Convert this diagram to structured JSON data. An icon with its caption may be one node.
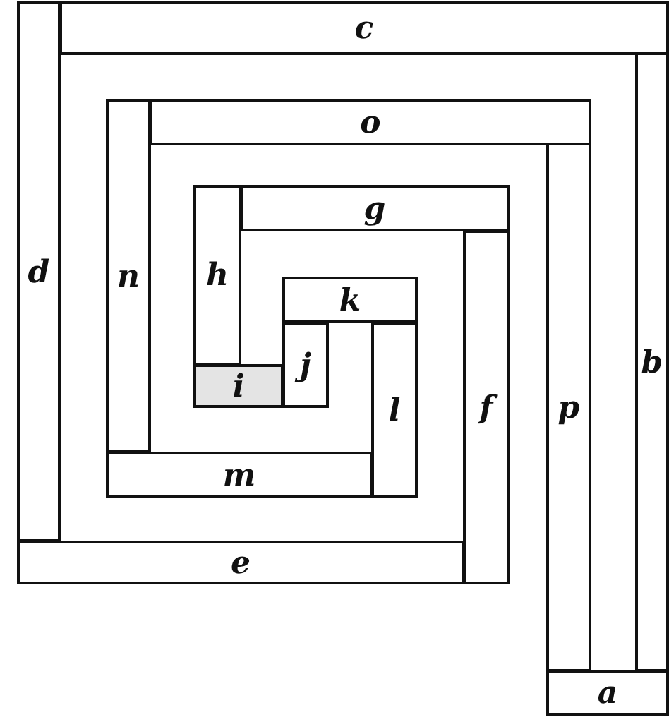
{
  "diagram": {
    "nodes": [
      {
        "text": [
          "c"
        ]
      },
      {
        "text": [
          "d"
        ]
      },
      {
        "text": [
          "o"
        ]
      },
      {
        "text": [
          "n"
        ]
      },
      {
        "text": [
          "p"
        ]
      },
      {
        "text": [
          "b"
        ]
      },
      {
        "text": [
          "g"
        ]
      },
      {
        "text": [
          "h"
        ]
      },
      {
        "text": [
          "k"
        ]
      },
      {
        "text": [
          "j"
        ]
      },
      {
        "text": [
          "i"
        ]
      },
      {
        "text": [
          "l"
        ]
      },
      {
        "text": [
          "f"
        ]
      },
      {
        "text": [
          "m"
        ]
      },
      {
        "text": [
          "e"
        ]
      },
      {
        "text": [
          "a"
        ]
      }
    ]
  }
}
